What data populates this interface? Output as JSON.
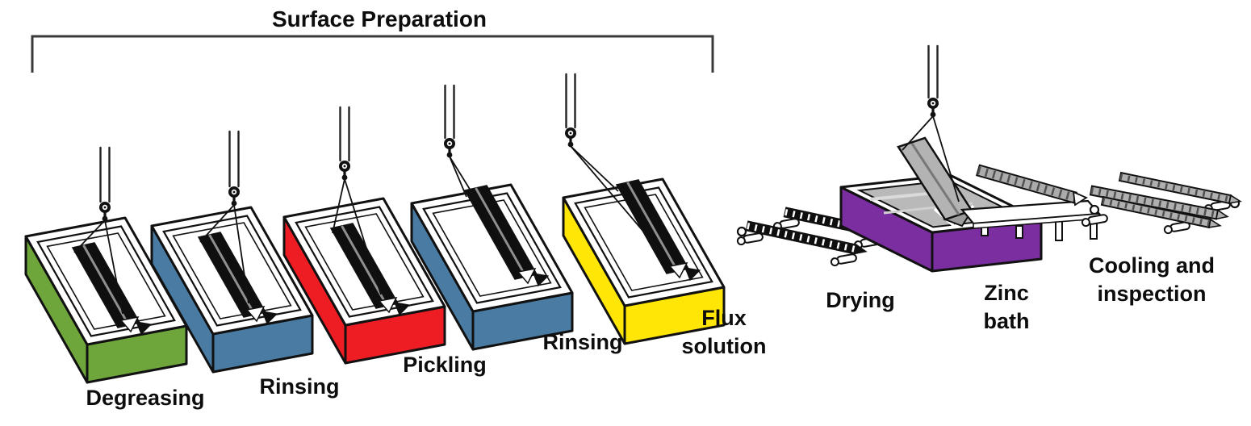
{
  "diagram": {
    "title": "Surface Preparation",
    "description": "Hot-dip galvanizing process diagram"
  },
  "colors": {
    "tank_green": "#6FA63C",
    "tank_blue": "#4A7CA3",
    "tank_red": "#EE1D23",
    "tank_yellow": "#FFE606",
    "kettle_purple": "#7A2EA0",
    "steel_black": "#0F0F0F",
    "steel_gray": "#B0B0B0",
    "zinc_surface": "#B9B9B9",
    "outline": "#111111",
    "label": "#0D0D0D"
  },
  "stages": [
    {
      "id": "degreasing",
      "label_lines": [
        "Degreasing"
      ],
      "tank_color_key": "tank_green"
    },
    {
      "id": "rinsing-1",
      "label_lines": [
        "Rinsing"
      ],
      "tank_color_key": "tank_blue"
    },
    {
      "id": "pickling",
      "label_lines": [
        "Pickling"
      ],
      "tank_color_key": "tank_red"
    },
    {
      "id": "rinsing-2",
      "label_lines": [
        "Rinsing"
      ],
      "tank_color_key": "tank_blue"
    },
    {
      "id": "flux-solution",
      "label_lines": [
        "Flux",
        "solution"
      ],
      "tank_color_key": "tank_yellow"
    },
    {
      "id": "drying",
      "label_lines": [
        "Drying"
      ]
    },
    {
      "id": "zinc-bath",
      "label_lines": [
        "Zinc",
        "bath"
      ],
      "tank_color_key": "kettle_purple"
    },
    {
      "id": "cooling-inspection",
      "label_lines": [
        "Cooling and",
        "inspection"
      ]
    }
  ]
}
